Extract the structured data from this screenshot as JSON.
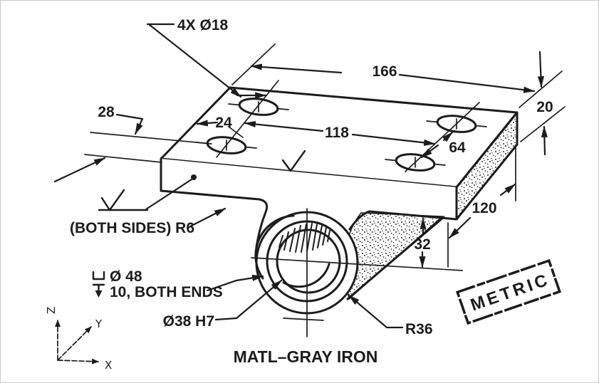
{
  "labels": {
    "holes_callout": "4X Ø18",
    "fillet_callout": "(BOTH SIDES) R6",
    "cbore_dia": "Ø 48",
    "cbore_depth": "10, BOTH ENDS",
    "bore_callout": "Ø38 H7",
    "radius_callout": "R36",
    "material_note": "MATL–GRAY IRON",
    "stamp": "METRIC"
  },
  "dimensions": {
    "overall_length": "166",
    "plate_thickness": "20",
    "hole_offset_front": "28",
    "hole_offset_side": "24",
    "hole_spacing_length": "118",
    "hole_spacing_width": "64",
    "overall_depth": "120",
    "hub_offset": "32"
  },
  "axes": {
    "x": "X",
    "y": "Y",
    "z": "Z"
  },
  "colors": {
    "ink": "#1c1c1c",
    "paper": "#ffffff"
  }
}
